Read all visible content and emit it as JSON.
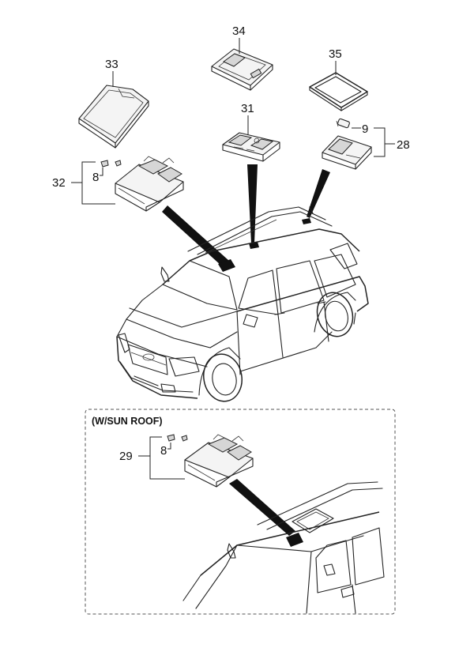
{
  "inset": {
    "title": "(W/SUN ROOF)"
  },
  "callouts": {
    "p33": "33",
    "p34": "34",
    "p35": "35",
    "p31": "31",
    "p9": "9",
    "p28": "28",
    "p32": "32",
    "p8_main": "8",
    "p29": "29",
    "p8_inset": "8"
  },
  "colors": {
    "line": "#222222",
    "fill": "#f4f4f4",
    "inset_border": "#555555"
  }
}
